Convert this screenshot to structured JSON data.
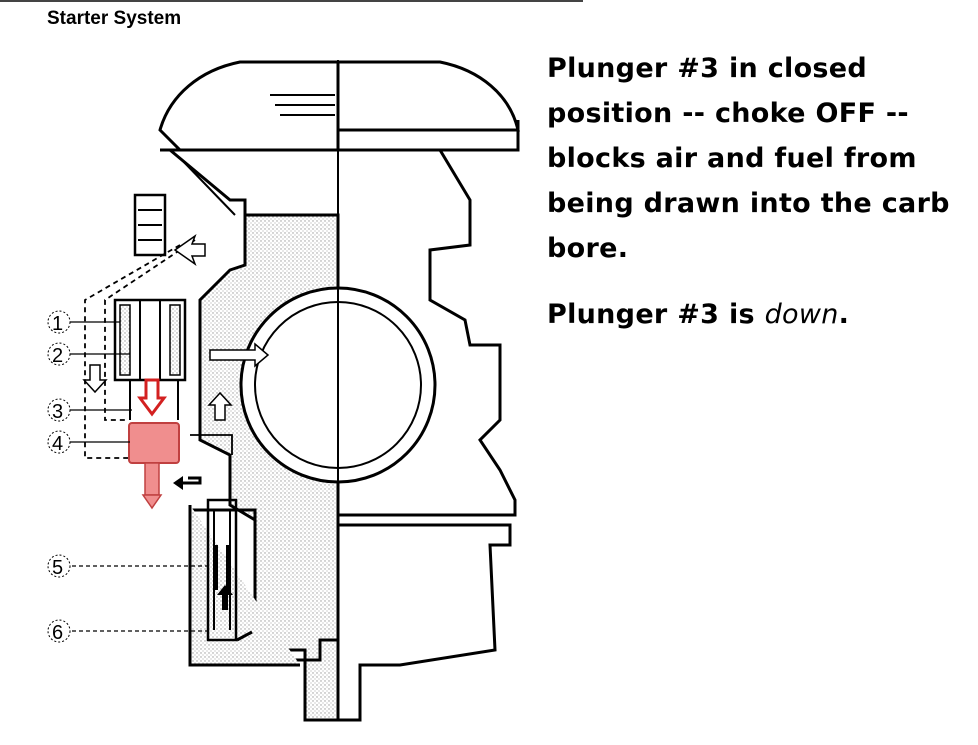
{
  "header": {
    "title": "Starter System"
  },
  "callouts": [
    "1",
    "2",
    "3",
    "4",
    "5",
    "6"
  ],
  "captions": {
    "first": "Plunger #3 in closed position -- choke OFF -- blocks air and fuel from being drawn into the carb bore.",
    "second_prefix": "Plunger #3 is ",
    "second_emph": "down",
    "second_suffix": "."
  },
  "colors": {
    "plunger_highlight": "#f08e8e",
    "arrow_red": "#d32020",
    "stipple": "#c8c8c8"
  }
}
